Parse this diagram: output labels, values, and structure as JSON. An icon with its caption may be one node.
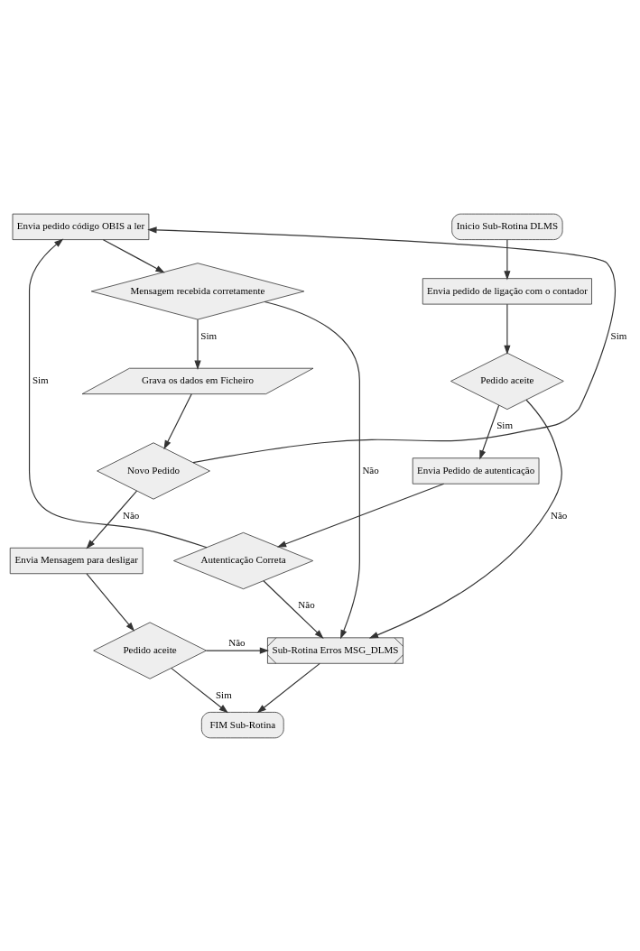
{
  "diagram": {
    "nodes": [
      {
        "text": [
          "Inicio Sub-Rotina DLMS"
        ]
      },
      {
        "text": [
          "Envia pedido de ligação com o contador"
        ]
      },
      {
        "text": [
          "Pedido aceite"
        ]
      },
      {
        "text": [
          "Envia Pedido de autenticação"
        ]
      },
      {
        "text": [
          "Autenticação Correta"
        ]
      },
      {
        "text": [
          "Sub-Rotina Erros MSG_DLMS"
        ]
      },
      {
        "text": [
          "FIM Sub-Rotina"
        ]
      },
      {
        "text": [
          "Envia pedido código OBIS a ler"
        ]
      },
      {
        "text": [
          "Mensagem recebida corretamente"
        ]
      },
      {
        "text": [
          "Grava os dados em Ficheiro"
        ]
      },
      {
        "text": [
          "Novo Pedido"
        ]
      },
      {
        "text": [
          "Envia Mensagem para desligar"
        ]
      },
      {
        "text": [
          "Pedido aceite"
        ]
      }
    ],
    "edges": [
      {
        "from": 0,
        "to": 1,
        "arrow": "to"
      },
      {
        "from": 1,
        "to": 2,
        "arrow": "to"
      },
      {
        "from": 2,
        "to": 3,
        "arrow": "to",
        "label": "Sim"
      },
      {
        "from": 2,
        "to": 5,
        "arrow": "to",
        "label": "Não"
      },
      {
        "from": 3,
        "to": 4,
        "arrow": "to"
      },
      {
        "from": 4,
        "to": 5,
        "arrow": "to",
        "label": "Não"
      },
      {
        "from": 4,
        "to": 7,
        "arrow": "to",
        "label": "Sim"
      },
      {
        "from": 5,
        "to": 6,
        "arrow": "to"
      },
      {
        "from": 7,
        "to": 8,
        "arrow": "to"
      },
      {
        "from": 8,
        "to": 9,
        "arrow": "to",
        "label": "Sim"
      },
      {
        "from": 8,
        "to": 5,
        "arrow": "to",
        "label": "Não"
      },
      {
        "from": 9,
        "to": 10,
        "arrow": "to"
      },
      {
        "from": 10,
        "to": 7,
        "arrow": "to",
        "label": "Sim"
      },
      {
        "from": 10,
        "to": 11,
        "arrow": "to",
        "label": "Não"
      },
      {
        "from": 11,
        "to": 12,
        "arrow": "to"
      },
      {
        "from": 12,
        "to": 5,
        "arrow": "to",
        "label": "Não"
      },
      {
        "from": 12,
        "to": 6,
        "arrow": "to",
        "label": "Sim"
      }
    ]
  }
}
